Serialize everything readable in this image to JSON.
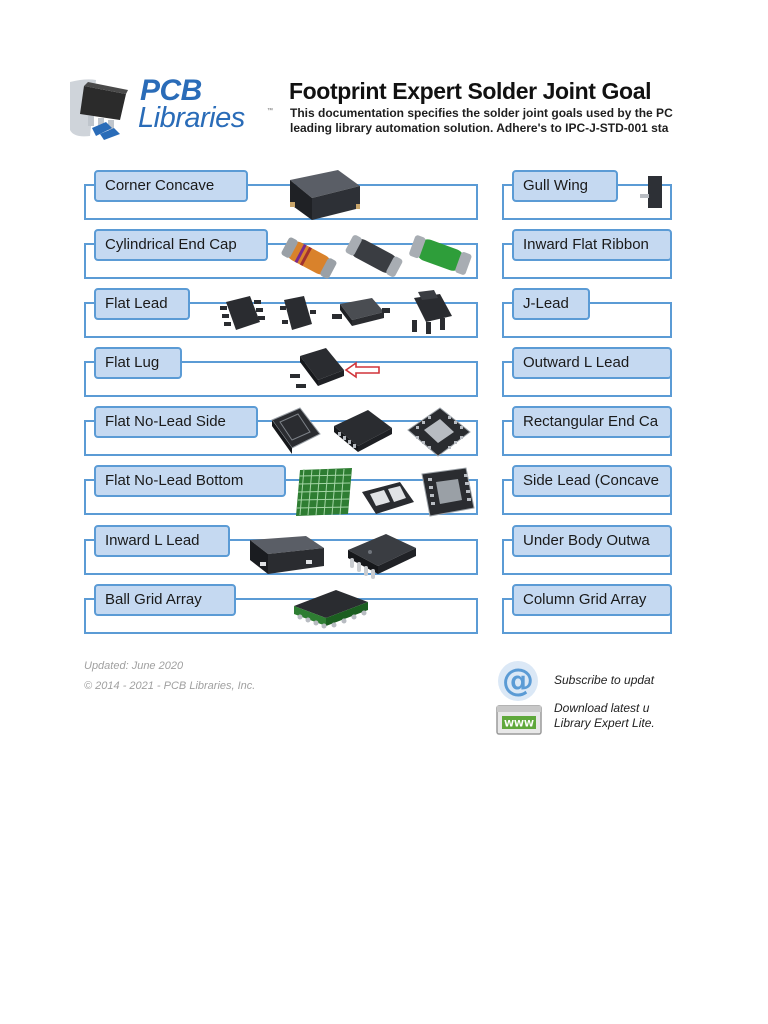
{
  "header": {
    "logo_line1": "PCB",
    "logo_line2": "Libraries",
    "logo_tm": "™",
    "title": "Footprint Expert Solder Joint Goal",
    "desc_line1": "This documentation specifies the solder joint goals used by the PC",
    "desc_line2": "leading library automation solution. Adhere's to IPC-J-STD-001 sta"
  },
  "left_categories": [
    {
      "label": "Corner Concave",
      "parts": [
        "qfn-corner-concave-package"
      ]
    },
    {
      "label": "Cylindrical End Cap",
      "parts": [
        "melf-resistor-orange",
        "melf-diode-grey",
        "melf-diode-green"
      ]
    },
    {
      "label": "Flat Lead",
      "parts": [
        "sot-6-package",
        "sot-23-package",
        "sod-123-package",
        "sot-89-package"
      ]
    },
    {
      "label": "Flat Lug",
      "parts": [
        "dpak-package"
      ]
    },
    {
      "label": "Flat No-Lead Side",
      "parts": [
        "son-package",
        "dfn-package",
        "qfn-package"
      ]
    },
    {
      "label": "Flat No-Lead Bottom",
      "parts": [
        "lga-package",
        "dual-pad-package",
        "qfn-bottom-package"
      ]
    },
    {
      "label": "Inward L Lead",
      "parts": [
        "molded-body-package",
        "inward-l-ic-package"
      ]
    },
    {
      "label": "Ball Grid Array",
      "parts": [
        "bga-package"
      ]
    }
  ],
  "right_categories": [
    {
      "label": "Gull Wing"
    },
    {
      "label": "Inward Flat Ribbon"
    },
    {
      "label": "J-Lead"
    },
    {
      "label": "Outward L Lead"
    },
    {
      "label": "Rectangular End Ca"
    },
    {
      "label": "Side Lead (Concave"
    },
    {
      "label": "Under Body Outwa"
    },
    {
      "label": "Column Grid Array"
    }
  ],
  "footer": {
    "updated": "Updated: June 2020",
    "copyright": "© 2014 - 2021 - PCB Libraries, Inc.",
    "subscribe": "Subscribe to updat",
    "download_line1": "Download latest u",
    "download_line2": "Library Expert Lite.",
    "www_label": "WWW",
    "at_symbol": "@"
  },
  "colors": {
    "frame": "#5b9bd5",
    "label_fill": "#c5d9f1",
    "logo_blue": "#2a6cb8"
  }
}
